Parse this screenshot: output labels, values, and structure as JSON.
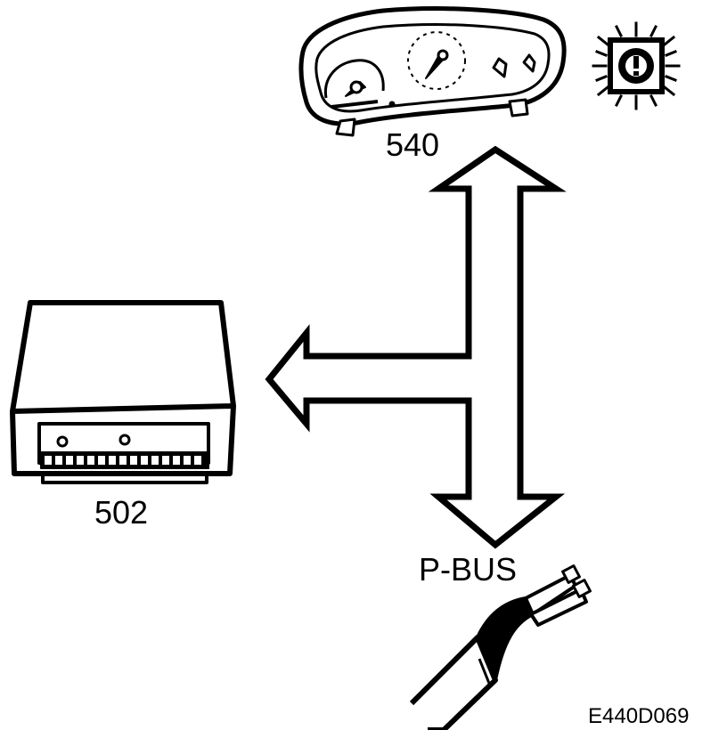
{
  "labels": {
    "instrument_cluster": "540",
    "control_module": "502",
    "bus": "P-BUS",
    "figure_code": "E440D069"
  },
  "icons": {
    "warning": "gear-warning-icon",
    "cable": "bus-cable-icon"
  },
  "colors": {
    "line": "#000000",
    "background": "#ffffff"
  }
}
